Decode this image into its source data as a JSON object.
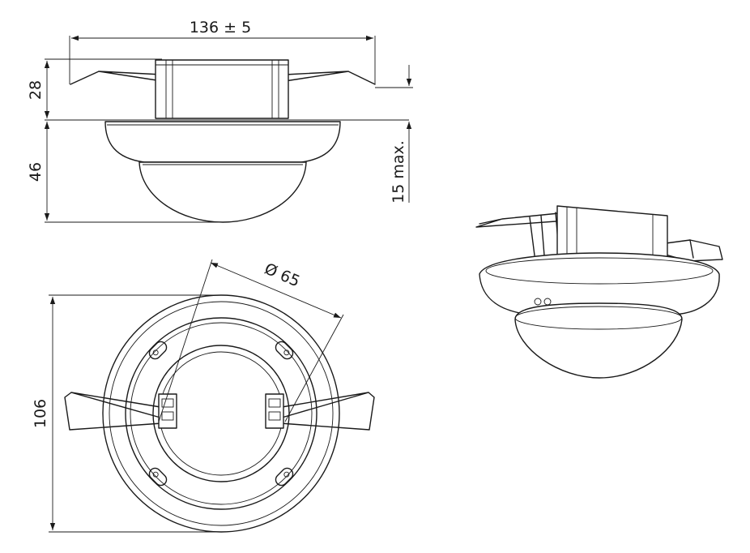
{
  "dimensions": {
    "overall_width": "136 ± 5",
    "top_height": "28",
    "body_height": "46",
    "max_depth": "15 max.",
    "ring_diameter": "Ø 65",
    "bottom_height": "106"
  },
  "colors": {
    "line": "#1a1a1a",
    "background": "#ffffff"
  }
}
